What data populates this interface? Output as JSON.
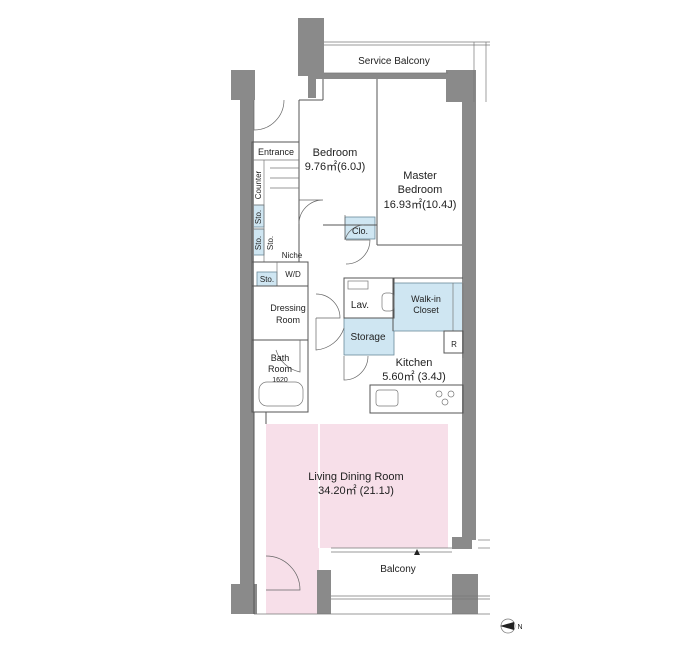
{
  "rooms": {
    "service_balcony": "Service Balcony",
    "entrance": "Entrance",
    "bedroom": {
      "name": "Bedroom",
      "area": "9.76㎡(6.0J)"
    },
    "master_bedroom": {
      "name_line1": "Master",
      "name_line2": "Bedroom",
      "area": "16.93㎡(10.4J)"
    },
    "clo": "Clo.",
    "counter": "Counter",
    "sto_1": "Sto.",
    "sto_2": "Sto.",
    "sto_3": "Sto.",
    "sto_4": "Sto.",
    "niche": "Niche",
    "wd": "W/D",
    "lav": "Lav.",
    "walk_in_line1": "Walk-in",
    "walk_in_line2": "Closet",
    "dressing_line1": "Dressing",
    "dressing_line2": "Room",
    "storage": "Storage",
    "refrigerator": "R",
    "bath_line1": "Bath",
    "bath_line2": "Room",
    "bath_size": "1620",
    "kitchen": {
      "name": "Kitchen",
      "area": "5.60㎡ (3.4J)"
    },
    "living": {
      "name": "Living Dining Room",
      "area": "34.20㎡ (21.1J)"
    },
    "balcony": "Balcony"
  },
  "compass": {
    "label": "N"
  },
  "colors": {
    "wall": "#8a8a8a",
    "storage_fill": "#cfe6f2",
    "living_fill": "#f7dfe9"
  }
}
